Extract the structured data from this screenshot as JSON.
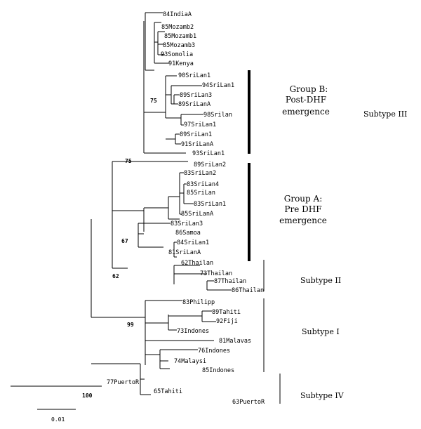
{
  "leaves": [
    "84IndiaA",
    "85Mozamb2",
    "85Mozamb1",
    "85Mozamb3",
    "93Somolia",
    "91Kenya",
    "90SriLan1",
    "94SriLan1",
    "89SriLan3",
    "89SriLanA",
    "98Srilan",
    "97SriLan1",
    "89SriLan1",
    "91SriLanA",
    "93SriLan1",
    "89SriLan2",
    "83SriLan2",
    "83SriLan4",
    "85SriLan",
    "83SriLan1",
    "85SriLanA",
    "83SriLan3",
    "86Samoa",
    "84SriLan1",
    "81SriLanA",
    "62Thailan",
    "73Thailan",
    "87Thailan",
    "86Thailan",
    "83Philipp",
    "89Tahiti",
    "92Fiji",
    "73Indones",
    "81Malavas",
    "76Indones",
    "74Malaysi",
    "85Indones",
    "77PuertoR",
    "65Tahiti",
    "63PuertoR"
  ],
  "bootstrap": [
    "75",
    "75",
    "67",
    "62",
    "99",
    "100"
  ],
  "groups": {
    "b": [
      "Group B:",
      "Post-DHF",
      "emergence"
    ],
    "a": [
      "Group A:",
      "Pre DHF",
      "emergence"
    ]
  },
  "subtypes": [
    "Subtype III",
    "Subtype II",
    "Subtype I",
    "Subtype IV"
  ],
  "scale_label": "0.01"
}
